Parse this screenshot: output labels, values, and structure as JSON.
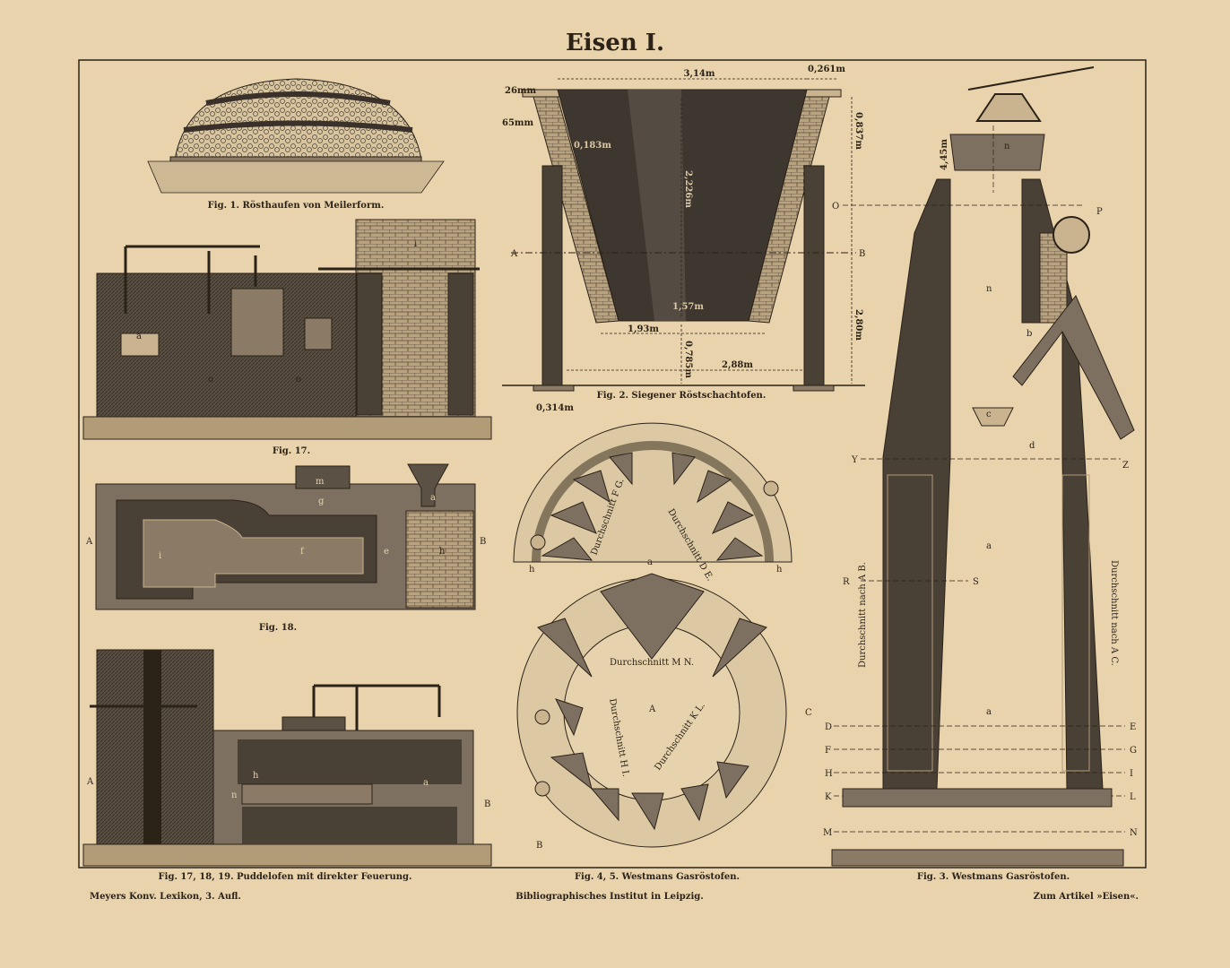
{
  "title": "Eisen I.",
  "colors": {
    "paper": "#e9d3ac",
    "ink": "#2b2218",
    "dark_fill": "#4a4136",
    "mid_fill": "#7d7060",
    "light_fill": "#c9b48f"
  },
  "figures": {
    "fig1": {
      "caption": "Fig. 1. Rösthaufen von Meilerform."
    },
    "fig17": {
      "caption": "Fig. 17.",
      "labels": [
        "a",
        "o",
        "o",
        "i"
      ]
    },
    "fig18": {
      "caption": "Fig. 18.",
      "labels": [
        "A",
        "B",
        "i",
        "f",
        "e",
        "h",
        "m",
        "g",
        "a"
      ]
    },
    "fig19": {
      "caption": "Fig. 17, 18, 19. Puddelofen mit direkter Feuerung.",
      "labels": [
        "A",
        "B",
        "h",
        "a",
        "n"
      ]
    },
    "fig2": {
      "caption": "Fig. 2. Siegener Röstschachtofen.",
      "dimensions": [
        "3,14m",
        "0,261m",
        "26mm",
        "65mm",
        "0,183m",
        "2,226m",
        "0,837m",
        "1,57m",
        "1,93m",
        "0,785m",
        "2,88m",
        "2,80m",
        "0,314m"
      ],
      "labels": [
        "A",
        "B"
      ]
    },
    "fig45": {
      "caption": "Fig. 4, 5. Westmans Gasröstofen.",
      "sections": [
        "Durchschnitt F G.",
        "Durchschnitt D E.",
        "Durchschnitt M N.",
        "Durchschnitt H I.",
        "Durchschnitt K L."
      ],
      "labels": [
        "a",
        "A",
        "B",
        "C",
        "h",
        "h"
      ]
    },
    "fig3": {
      "caption": "Fig. 3. Westmans Gasröstofen.",
      "dimension": "4,45m",
      "sections": [
        "Durchschnitt nach A B.",
        "Durchschnitt nach A C."
      ],
      "left_labels": [
        "O",
        "Y",
        "R",
        "D",
        "F",
        "H",
        "K",
        "M"
      ],
      "right_labels": [
        "P",
        "Z",
        "S",
        "E",
        "G",
        "I",
        "L",
        "N"
      ],
      "inner_labels": [
        "n",
        "n",
        "b",
        "c",
        "d",
        "a",
        "a"
      ]
    }
  },
  "footer": {
    "left": "Meyers Konv. Lexikon, 3. Aufl.",
    "center": "Bibliographisches Institut in Leipzig.",
    "right": "Zum Artikel »Eisen«."
  }
}
